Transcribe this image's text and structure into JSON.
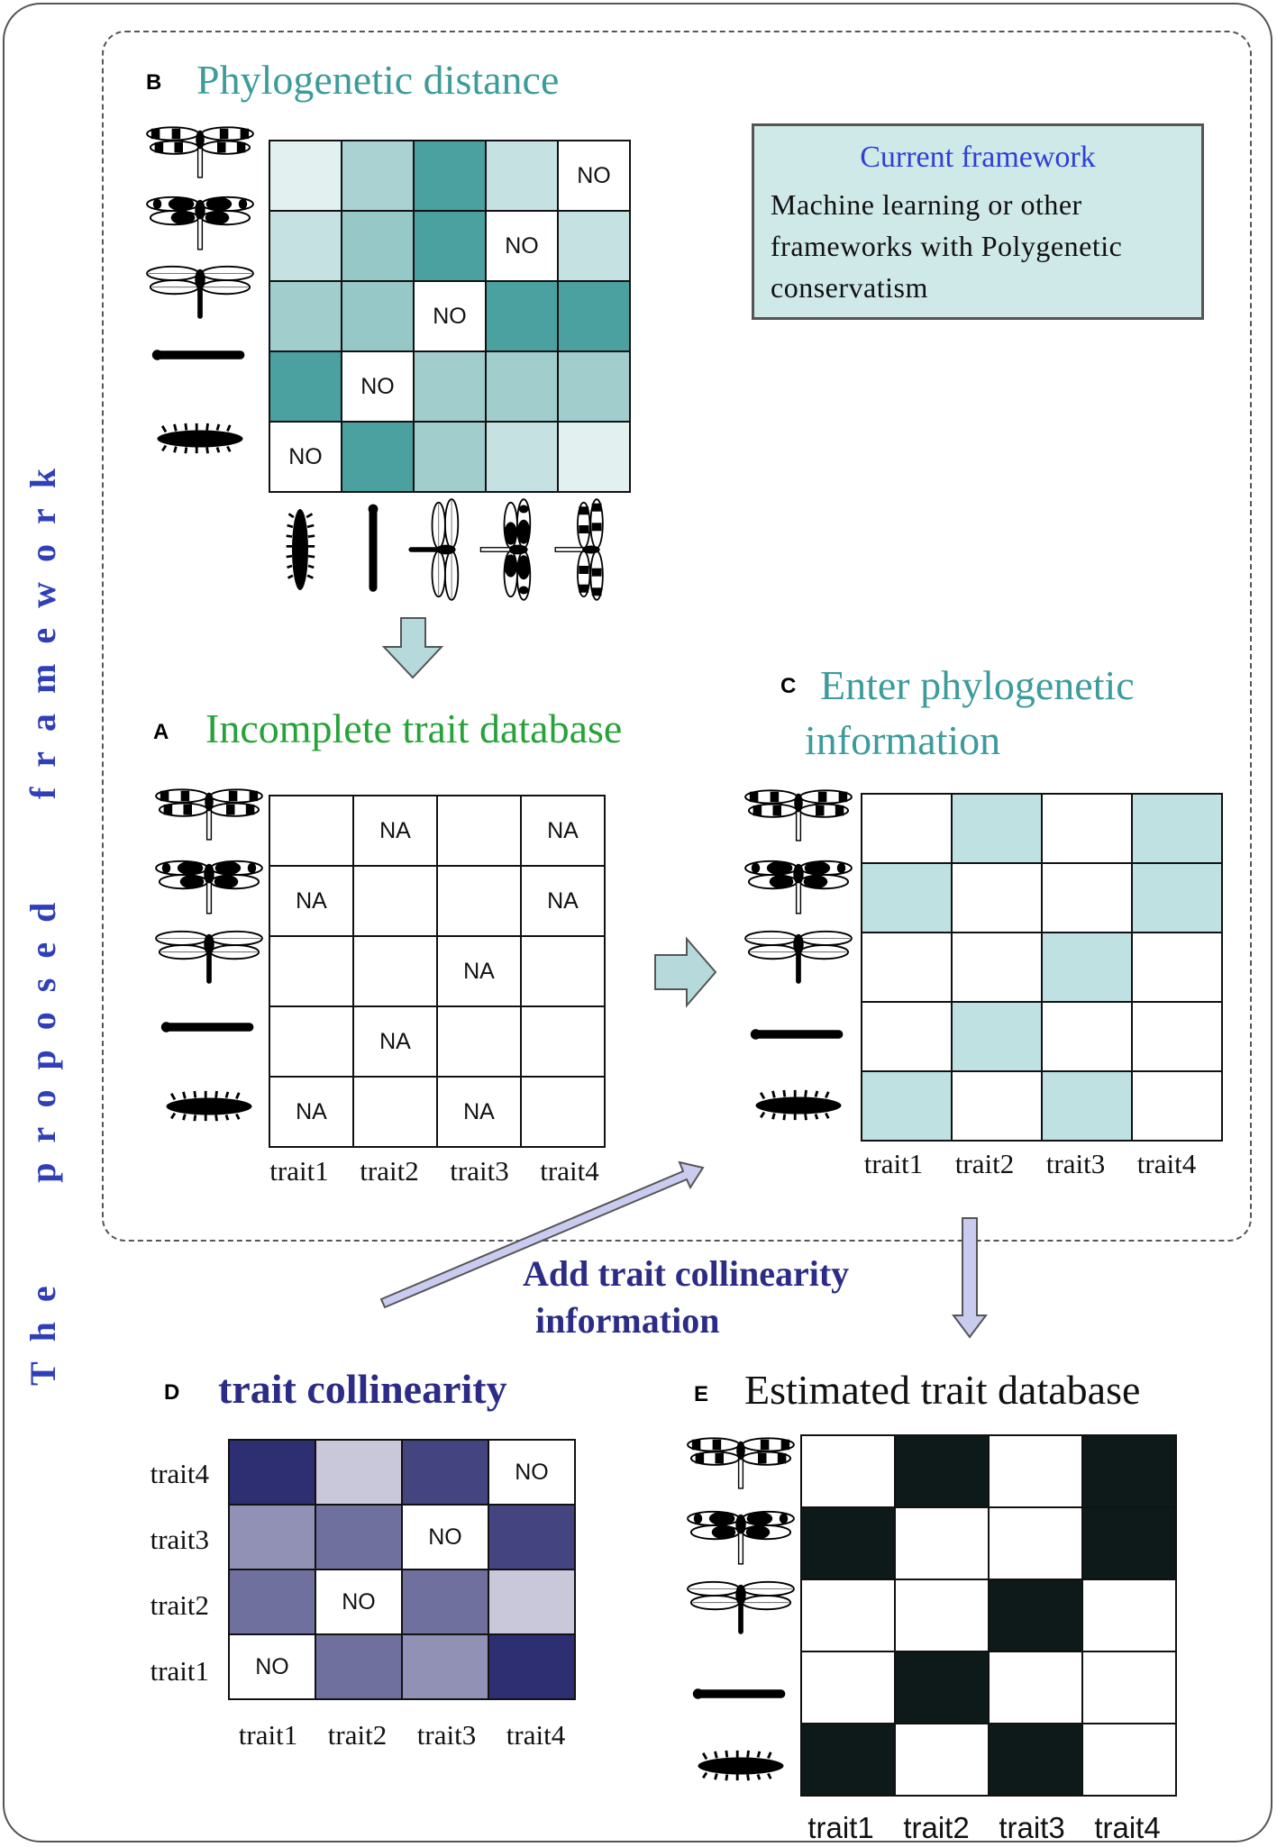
{
  "side_label": [
    "The",
    "proposed",
    "framework"
  ],
  "panels": {
    "B": {
      "letter": "B",
      "title": "Phylogenetic distance",
      "cells": [
        [
          0.15,
          0.45,
          0.95,
          0.3,
          "NO"
        ],
        [
          0.3,
          0.55,
          0.95,
          "NO",
          0.3
        ],
        [
          0.5,
          0.55,
          "NO",
          0.95,
          0.95
        ],
        [
          0.95,
          "NO",
          0.5,
          0.5,
          0.5
        ],
        [
          "NO",
          0.95,
          0.5,
          0.3,
          0.15
        ]
      ],
      "color": "#429b9b"
    },
    "note": {
      "title": "Current framework",
      "lines": [
        "Machine learning or other",
        "frameworks with Polygenetic",
        "conservatism"
      ]
    },
    "A": {
      "letter": "A",
      "title": "Incomplete trait database",
      "cells": [
        [
          "",
          "NA",
          "",
          "NA"
        ],
        [
          "NA",
          "",
          "",
          "NA"
        ],
        [
          "",
          "",
          "NA",
          ""
        ],
        [
          "",
          "NA",
          "",
          ""
        ],
        [
          "NA",
          "",
          "NA",
          ""
        ]
      ],
      "columns": [
        "trait1",
        "trait2",
        "trait3",
        "trait4"
      ]
    },
    "C": {
      "letter": "C",
      "title_lines": [
        "Enter phylogenetic",
        "information"
      ],
      "filled": [
        [
          0,
          1,
          0,
          1
        ],
        [
          1,
          0,
          0,
          1
        ],
        [
          0,
          0,
          1,
          0
        ],
        [
          0,
          1,
          0,
          0
        ],
        [
          1,
          0,
          1,
          0
        ]
      ],
      "fill_color": "#bfe1e2",
      "columns": [
        "trait1",
        "trait2",
        "trait3",
        "trait4"
      ]
    },
    "D": {
      "letter": "D",
      "title": "trait collinearity",
      "cells": [
        [
          0.95,
          0.25,
          0.85,
          "NO"
        ],
        [
          0.5,
          0.65,
          "NO",
          0.85
        ],
        [
          0.65,
          "NO",
          0.65,
          0.25
        ],
        [
          "NO",
          0.65,
          0.5,
          0.95
        ]
      ],
      "color": "#23236b",
      "rows": [
        "trait4",
        "trait3",
        "trait2",
        "trait1"
      ],
      "columns": [
        "trait1",
        "trait2",
        "trait3",
        "trait4"
      ]
    },
    "E": {
      "letter": "E",
      "title": "Estimated trait database",
      "filled": [
        [
          0,
          1,
          0,
          1
        ],
        [
          1,
          0,
          0,
          1
        ],
        [
          0,
          0,
          1,
          0
        ],
        [
          0,
          1,
          0,
          0
        ],
        [
          1,
          0,
          1,
          0
        ]
      ],
      "fill_color": "#0e1a1a",
      "columns": [
        "trait1",
        "trait2",
        "trait3",
        "trait4"
      ]
    }
  },
  "add_label": [
    "Add trait collinearity",
    "information"
  ],
  "colors": {
    "teal_title": "#3d9b9b",
    "green_title": "#27a23a",
    "navy_title": "#2c2c87",
    "side_label": "#2f3fb8",
    "arrow_teal": "#b6dadb",
    "arrow_purple": "#c9cbef"
  },
  "icons": [
    "dragonfly-spotted-icon",
    "dragonfly-dark-icon",
    "dragonfly-clear-icon",
    "worm-icon",
    "larva-icon"
  ]
}
